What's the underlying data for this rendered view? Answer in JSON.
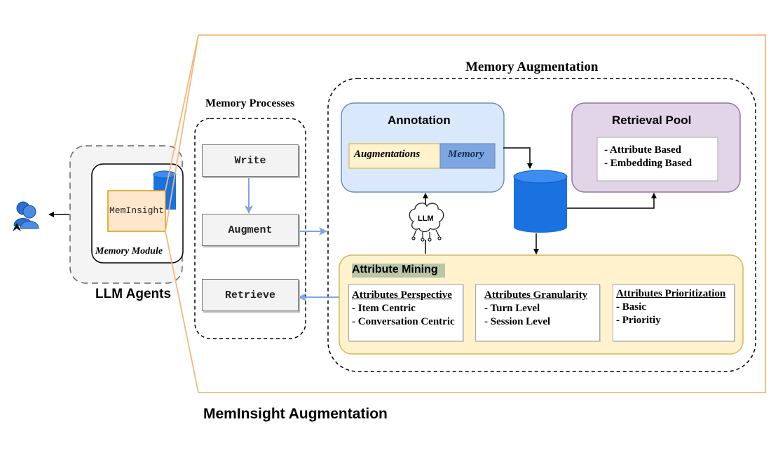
{
  "title": "MemInsight Augmentation",
  "agents": {
    "label": "LLM Agents",
    "module_label": "Memory Module",
    "box_label": "MemInsight"
  },
  "processes": {
    "title": "Memory Processes",
    "items": [
      "Write",
      "Augment",
      "Retrieve"
    ]
  },
  "augmentation": {
    "title": "Memory Augmentation",
    "annotation": {
      "title": "Annotation",
      "augmentations_label": "Augmentations",
      "memory_label": "Memory"
    },
    "retrieval_pool": {
      "title": "Retrieval Pool",
      "items": [
        "- Attribute Based",
        "- Embedding Based"
      ]
    },
    "llm_label": "LLM",
    "attribute_mining": {
      "title": "Attribute Mining",
      "cards": [
        {
          "heading": "Attributes Perspective",
          "items": [
            "- Item Centric",
            "- Conversation Centric"
          ]
        },
        {
          "heading": "Attributes Granularity",
          "items": [
            "- Turn Level",
            "- Session Level"
          ]
        },
        {
          "heading": "Attributes Prioritization",
          "items": [
            "- Basic",
            "- Prioritiy"
          ]
        }
      ]
    }
  },
  "colors": {
    "orange_frame": "#f5b77a",
    "annotation_fill": "#dae8fc",
    "annotation_border": "#6c8ebf",
    "retrieval_fill": "#e1d5e7",
    "retrieval_border": "#9673a6",
    "mining_fill": "#fff2cc",
    "mining_border": "#d6b656",
    "database_blue": "#1a72e0",
    "arrow_blue": "#7ea6e0"
  }
}
